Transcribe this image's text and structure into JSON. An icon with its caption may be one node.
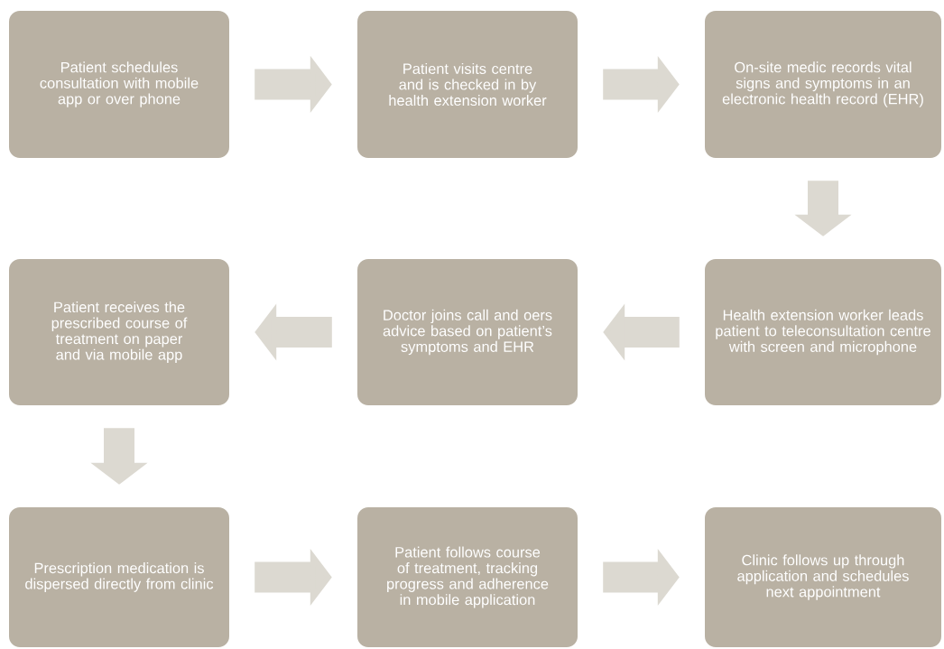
{
  "diagram": {
    "nodes": [
      {
        "text": [
          "Patient schedules consultation with mobile app or over phone"
        ]
      },
      {
        "text": [
          "Patient visits centre and is checked in by health extension worker"
        ]
      },
      {
        "text": [
          "On-site medic records vital signs and symptoms in an electronic health record (EHR)"
        ]
      },
      {
        "text": [
          "Health extension worker leads patient to teleconsultation centre with screen and microphone"
        ]
      },
      {
        "text": [
          "Doctor joins call and oers advice based on patient’s symptoms and EHR"
        ]
      },
      {
        "text": [
          "Patient receives the prescribed course of treatment on paper and via mobile app"
        ]
      },
      {
        "text": [
          "Prescription medication is dispersed directly from clinic"
        ]
      },
      {
        "text": [
          "Patient follows course of treatment, tracking progress and adherence in mobile application"
        ]
      },
      {
        "text": [
          "Clinic follows up through application and schedules next appointment"
        ]
      }
    ],
    "edges": [
      {
        "from": 0,
        "to": 1,
        "arrow": "to"
      },
      {
        "from": 1,
        "to": 2,
        "arrow": "to"
      },
      {
        "from": 2,
        "to": 3,
        "arrow": "to"
      },
      {
        "from": 3,
        "to": 4,
        "arrow": "to"
      },
      {
        "from": 4,
        "to": 5,
        "arrow": "to"
      },
      {
        "from": 5,
        "to": 6,
        "arrow": "to"
      },
      {
        "from": 6,
        "to": 7,
        "arrow": "to"
      },
      {
        "from": 7,
        "to": 8,
        "arrow": "to"
      }
    ]
  }
}
